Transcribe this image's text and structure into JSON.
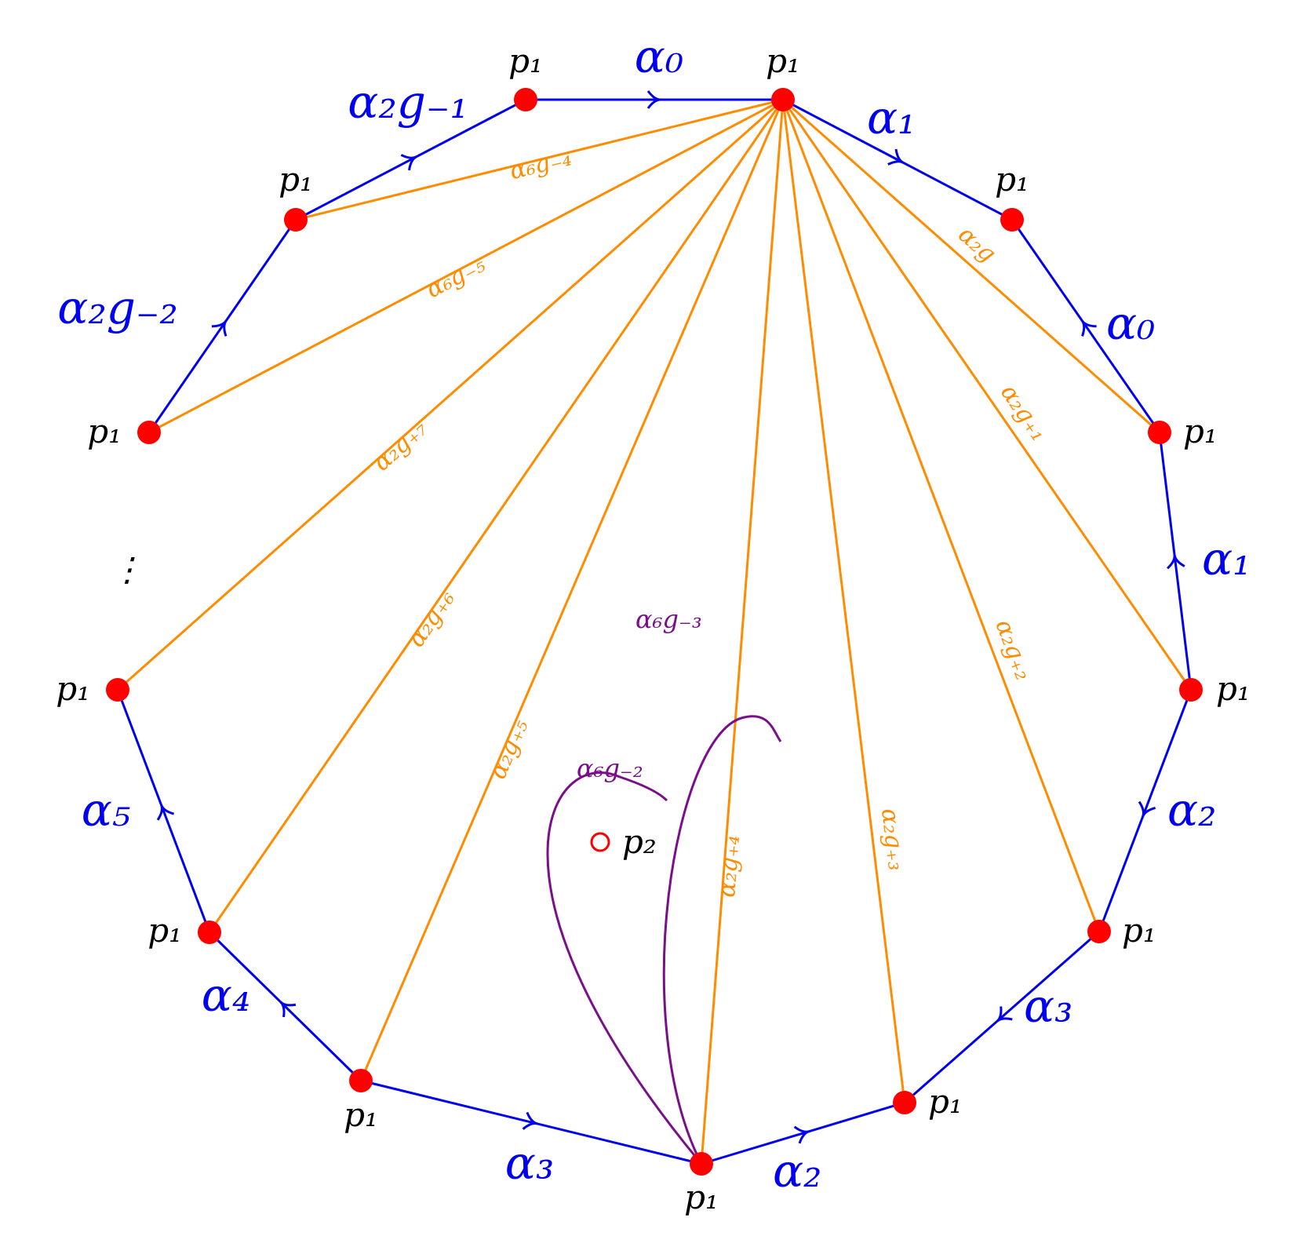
{
  "diagram": {
    "colors": {
      "boundary": "#0000ee",
      "diagonal": "#ff8c00",
      "loop": "#7a0f8a",
      "vertex": "#ff0000",
      "label": "#000000"
    },
    "vertex_label": "p₁",
    "puncture_label": "p₂",
    "ellipsis": "⋮",
    "boundary_edges": [
      {
        "label": "α₀"
      },
      {
        "label": "α₁"
      },
      {
        "label": "α₀"
      },
      {
        "label": "α₁"
      },
      {
        "label": "α₂"
      },
      {
        "label": "α₃"
      },
      {
        "label": "α₂"
      },
      {
        "label": "α₃"
      },
      {
        "label": "α₄"
      },
      {
        "label": "α₅"
      },
      {
        "label": "α₂g₋₂"
      },
      {
        "label": "α₂g₋₁"
      }
    ],
    "diagonals": [
      {
        "label": "α₆g₋₄"
      },
      {
        "label": "α₆g₋₅"
      },
      {
        "label": "α₂g₊₇"
      },
      {
        "label": "α₂g₊₆"
      },
      {
        "label": "α₂g₊₅"
      },
      {
        "label": "α₂g₊₄"
      },
      {
        "label": "α₂g₊₃"
      },
      {
        "label": "α₂g₊₂"
      },
      {
        "label": "α₂g₊₁"
      },
      {
        "label": "α₂g"
      }
    ],
    "loops": [
      {
        "label": "α₆g₋₃"
      },
      {
        "label": "α₆g₋₂"
      }
    ]
  }
}
